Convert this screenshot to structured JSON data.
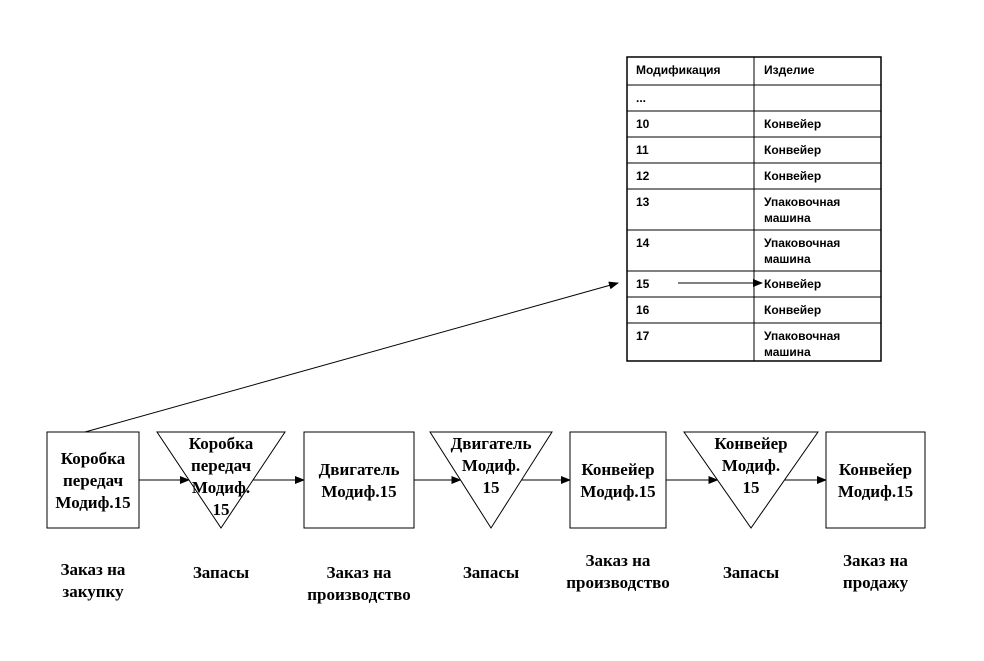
{
  "flow": {
    "nodes": [
      {
        "kind": "box",
        "lines": [
          "Коробка",
          "передач",
          "Модиф.15"
        ],
        "label": [
          "Заказ на",
          "закупку"
        ]
      },
      {
        "kind": "triangle",
        "lines": [
          "Коробка",
          "передач",
          "Модиф.",
          "15"
        ],
        "label": [
          "Запасы"
        ]
      },
      {
        "kind": "box",
        "lines": [
          "Двигатель",
          "Модиф.15"
        ],
        "label": [
          "Заказ на",
          "производство"
        ]
      },
      {
        "kind": "triangle",
        "lines": [
          "Двигатель",
          "Модиф.",
          "15"
        ],
        "label": [
          "Запасы"
        ]
      },
      {
        "kind": "box",
        "lines": [
          "Конвейер",
          "Модиф.15"
        ],
        "label": [
          "Заказ на",
          "производство"
        ]
      },
      {
        "kind": "triangle",
        "lines": [
          "Конвейер",
          "Модиф.",
          "15"
        ],
        "label": [
          "Запасы"
        ]
      },
      {
        "kind": "box",
        "lines": [
          "Конвейер",
          "Модиф.15"
        ],
        "label": [
          "Заказ на",
          "продажу"
        ]
      }
    ]
  },
  "table": {
    "headers": [
      "Модификация",
      "Изделие"
    ],
    "rows": [
      {
        "mod": "...",
        "item": [
          ""
        ]
      },
      {
        "mod": "10",
        "item": [
          "Конвейер"
        ]
      },
      {
        "mod": "11",
        "item": [
          "Конвейер"
        ]
      },
      {
        "mod": "12",
        "item": [
          "Конвейер"
        ]
      },
      {
        "mod": "13",
        "item": [
          "Упаковочная",
          "машина"
        ]
      },
      {
        "mod": "14",
        "item": [
          "Упаковочная",
          "машина"
        ]
      },
      {
        "mod": "15",
        "item": [
          "Конвейер"
        ],
        "highlight": true
      },
      {
        "mod": "16",
        "item": [
          "Конвейер"
        ]
      },
      {
        "mod": "17",
        "item": [
          "Упаковочная",
          "машина"
        ]
      }
    ]
  }
}
